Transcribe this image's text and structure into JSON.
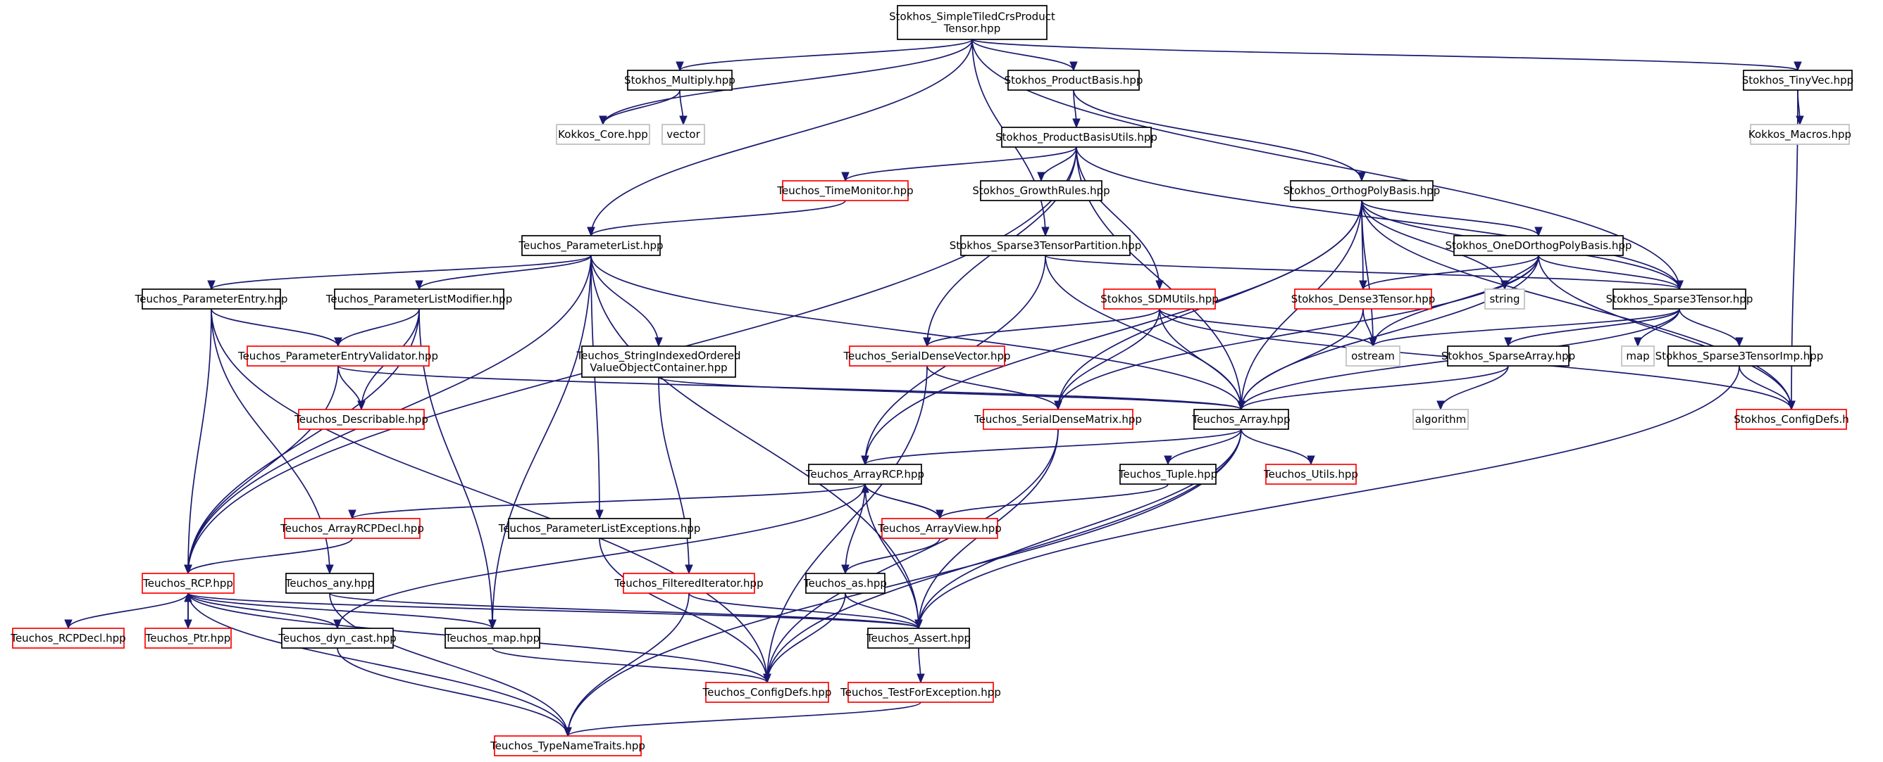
{
  "diagram": {
    "title": "",
    "nodes": [
      {
        "id": "root",
        "label": "Stokhos_SimpleTiledCrsProduct\nTensor.hpp",
        "kind": "root"
      },
      {
        "id": "multiply",
        "label": "Stokhos_Multiply.hpp",
        "kind": "normal"
      },
      {
        "id": "prodbasis",
        "label": "Stokhos_ProductBasis.hpp",
        "kind": "normal"
      },
      {
        "id": "tinyvec",
        "label": "Stokhos_TinyVec.hpp",
        "kind": "normal"
      },
      {
        "id": "kokkoscore",
        "label": "Kokkos_Core.hpp",
        "kind": "system"
      },
      {
        "id": "vector",
        "label": "vector",
        "kind": "system"
      },
      {
        "id": "kokkosmacros",
        "label": "Kokkos_Macros.hpp",
        "kind": "system"
      },
      {
        "id": "pbu",
        "label": "Stokhos_ProductBasisUtils.hpp",
        "kind": "normal"
      },
      {
        "id": "timemon",
        "label": "Teuchos_TimeMonitor.hpp",
        "kind": "missing"
      },
      {
        "id": "growth",
        "label": "Stokhos_GrowthRules.hpp",
        "kind": "normal"
      },
      {
        "id": "orthog",
        "label": "Stokhos_OrthogPolyBasis.hpp",
        "kind": "normal"
      },
      {
        "id": "plist",
        "label": "Teuchos_ParameterList.hpp",
        "kind": "normal"
      },
      {
        "id": "s3tp",
        "label": "Stokhos_Sparse3TensorPartition.hpp",
        "kind": "normal"
      },
      {
        "id": "onedorthog",
        "label": "Stokhos_OneDOrthogPolyBasis.hpp",
        "kind": "normal"
      },
      {
        "id": "pentry",
        "label": "Teuchos_ParameterEntry.hpp",
        "kind": "normal"
      },
      {
        "id": "plistmod",
        "label": "Teuchos_ParameterListModifier.hpp",
        "kind": "normal"
      },
      {
        "id": "sdmutils",
        "label": "Stokhos_SDMUtils.hpp",
        "kind": "missing"
      },
      {
        "id": "dense3",
        "label": "Stokhos_Dense3Tensor.hpp",
        "kind": "missing"
      },
      {
        "id": "string",
        "label": "string",
        "kind": "system"
      },
      {
        "id": "sparse3",
        "label": "Stokhos_Sparse3Tensor.hpp",
        "kind": "normal"
      },
      {
        "id": "pev",
        "label": "Teuchos_ParameterEntryValidator.hpp",
        "kind": "missing"
      },
      {
        "id": "sivoc",
        "label": "Teuchos_StringIndexedOrdered\nValueObjectContainer.hpp",
        "kind": "normal"
      },
      {
        "id": "sdv",
        "label": "Teuchos_SerialDenseVector.hpp",
        "kind": "missing"
      },
      {
        "id": "ostream",
        "label": "ostream",
        "kind": "system"
      },
      {
        "id": "map",
        "label": "map",
        "kind": "system"
      },
      {
        "id": "sparsearray",
        "label": "Stokhos_SparseArray.hpp",
        "kind": "normal"
      },
      {
        "id": "s3ti",
        "label": "Stokhos_Sparse3TensorImp.hpp",
        "kind": "normal"
      },
      {
        "id": "describable",
        "label": "Teuchos_Describable.hpp",
        "kind": "missing"
      },
      {
        "id": "sdm",
        "label": "Teuchos_SerialDenseMatrix.hpp",
        "kind": "missing"
      },
      {
        "id": "array",
        "label": "Teuchos_Array.hpp",
        "kind": "normal"
      },
      {
        "id": "algorithm",
        "label": "algorithm",
        "kind": "system"
      },
      {
        "id": "stokhosconfig",
        "label": "Stokhos_ConfigDefs.h",
        "kind": "missing"
      },
      {
        "id": "arrayrcp",
        "label": "Teuchos_ArrayRCP.hpp",
        "kind": "normal"
      },
      {
        "id": "tuple",
        "label": "Teuchos_Tuple.hpp",
        "kind": "normal"
      },
      {
        "id": "utils",
        "label": "Teuchos_Utils.hpp",
        "kind": "missing"
      },
      {
        "id": "arcpdecl",
        "label": "Teuchos_ArrayRCPDecl.hpp",
        "kind": "missing"
      },
      {
        "id": "plexc",
        "label": "Teuchos_ParameterListExceptions.hpp",
        "kind": "normal"
      },
      {
        "id": "arrayview",
        "label": "Teuchos_ArrayView.hpp",
        "kind": "missing"
      },
      {
        "id": "rcp",
        "label": "Teuchos_RCP.hpp",
        "kind": "missing"
      },
      {
        "id": "any",
        "label": "Teuchos_any.hpp",
        "kind": "normal"
      },
      {
        "id": "filtered",
        "label": "Teuchos_FilteredIterator.hpp",
        "kind": "missing"
      },
      {
        "id": "as",
        "label": "Teuchos_as.hpp",
        "kind": "normal"
      },
      {
        "id": "rcpdecl",
        "label": "Teuchos_RCPDecl.hpp",
        "kind": "missing"
      },
      {
        "id": "ptr",
        "label": "Teuchos_Ptr.hpp",
        "kind": "missing"
      },
      {
        "id": "dyncast",
        "label": "Teuchos_dyn_cast.hpp",
        "kind": "normal"
      },
      {
        "id": "tmap",
        "label": "Teuchos_map.hpp",
        "kind": "normal"
      },
      {
        "id": "assert",
        "label": "Teuchos_Assert.hpp",
        "kind": "normal"
      },
      {
        "id": "tconfig",
        "label": "Teuchos_ConfigDefs.hpp",
        "kind": "missing"
      },
      {
        "id": "testexc",
        "label": "Teuchos_TestForException.hpp",
        "kind": "missing"
      },
      {
        "id": "typename",
        "label": "Teuchos_TypeNameTraits.hpp",
        "kind": "missing"
      }
    ],
    "edges": [
      [
        "root",
        "multiply"
      ],
      [
        "root",
        "kokkoscore"
      ],
      [
        "root",
        "prodbasis"
      ],
      [
        "root",
        "tinyvec"
      ],
      [
        "root",
        "plist"
      ],
      [
        "root",
        "s3tp"
      ],
      [
        "root",
        "sparse3"
      ],
      [
        "multiply",
        "kokkoscore"
      ],
      [
        "multiply",
        "vector"
      ],
      [
        "prodbasis",
        "pbu"
      ],
      [
        "prodbasis",
        "orthog"
      ],
      [
        "tinyvec",
        "kokkosmacros"
      ],
      [
        "tinyvec",
        "stokhosconfig"
      ],
      [
        "pbu",
        "timemon"
      ],
      [
        "pbu",
        "growth"
      ],
      [
        "pbu",
        "rcp"
      ],
      [
        "pbu",
        "sdmutils"
      ],
      [
        "pbu",
        "array"
      ],
      [
        "pbu",
        "sparse3"
      ],
      [
        "pbu",
        "sdv"
      ],
      [
        "timemon",
        "plist"
      ],
      [
        "orthog",
        "onedorthog"
      ],
      [
        "orthog",
        "dense3"
      ],
      [
        "orthog",
        "sparse3"
      ],
      [
        "orthog",
        "string"
      ],
      [
        "orthog",
        "ostream"
      ],
      [
        "orthog",
        "array"
      ],
      [
        "orthog",
        "sdm"
      ],
      [
        "orthog",
        "arrayrcp"
      ],
      [
        "orthog",
        "stokhosconfig"
      ],
      [
        "onedorthog",
        "sparse3"
      ],
      [
        "onedorthog",
        "dense3"
      ],
      [
        "onedorthog",
        "string"
      ],
      [
        "onedorthog",
        "ostream"
      ],
      [
        "onedorthog",
        "array"
      ],
      [
        "onedorthog",
        "sdm"
      ],
      [
        "onedorthog",
        "stokhosconfig"
      ],
      [
        "s3tp",
        "sparse3"
      ],
      [
        "s3tp",
        "array"
      ],
      [
        "s3tp",
        "arrayrcp"
      ],
      [
        "plist",
        "pentry"
      ],
      [
        "plist",
        "plistmod"
      ],
      [
        "plist",
        "sivoc"
      ],
      [
        "plist",
        "array"
      ],
      [
        "plist",
        "plexc"
      ],
      [
        "plist",
        "tmap"
      ],
      [
        "plist",
        "assert"
      ],
      [
        "plist",
        "rcp"
      ],
      [
        "pentry",
        "pev"
      ],
      [
        "pentry",
        "rcp"
      ],
      [
        "pentry",
        "any"
      ],
      [
        "pentry",
        "tconfig"
      ],
      [
        "plistmod",
        "pev"
      ],
      [
        "plistmod",
        "describable"
      ],
      [
        "plistmod",
        "rcp"
      ],
      [
        "plistmod",
        "tmap"
      ],
      [
        "pev",
        "describable"
      ],
      [
        "pev",
        "rcp"
      ],
      [
        "pev",
        "array"
      ],
      [
        "sivoc",
        "array"
      ],
      [
        "sivoc",
        "filtered"
      ],
      [
        "sdmutils",
        "sdv"
      ],
      [
        "sdmutils",
        "sdm"
      ],
      [
        "sdmutils",
        "array"
      ],
      [
        "sdmutils",
        "ostream"
      ],
      [
        "sdmutils",
        "stokhosconfig"
      ],
      [
        "dense3",
        "ostream"
      ],
      [
        "dense3",
        "array"
      ],
      [
        "sparse3",
        "ostream"
      ],
      [
        "sparse3",
        "map"
      ],
      [
        "sparse3",
        "sparsearray"
      ],
      [
        "sparse3",
        "s3ti"
      ],
      [
        "sparse3",
        "array"
      ],
      [
        "sparsearray",
        "array"
      ],
      [
        "sparsearray",
        "algorithm"
      ],
      [
        "s3ti",
        "stokhosconfig"
      ],
      [
        "s3ti",
        "assert"
      ],
      [
        "sdv",
        "sdm"
      ],
      [
        "sdv",
        "tconfig"
      ],
      [
        "sdm",
        "assert"
      ],
      [
        "sdm",
        "tconfig"
      ],
      [
        "array",
        "arrayrcp"
      ],
      [
        "array",
        "tuple"
      ],
      [
        "array",
        "utils"
      ],
      [
        "array",
        "assert"
      ],
      [
        "array",
        "tconfig"
      ],
      [
        "array",
        "typename"
      ],
      [
        "arrayrcp",
        "arrayview"
      ],
      [
        "arrayrcp",
        "arcpdecl"
      ],
      [
        "arrayrcp",
        "as"
      ],
      [
        "arrayrcp",
        "assert"
      ],
      [
        "arrayrcp",
        "dyncast"
      ],
      [
        "arrayview",
        "arrayrcp"
      ],
      [
        "arrayview",
        "as"
      ],
      [
        "tuple",
        "arrayview"
      ],
      [
        "arcpdecl",
        "rcp"
      ],
      [
        "plexc",
        "tconfig"
      ],
      [
        "rcp",
        "rcpdecl"
      ],
      [
        "rcp",
        "ptr"
      ],
      [
        "rcp",
        "dyncast"
      ],
      [
        "rcp",
        "tmap"
      ],
      [
        "rcp",
        "assert"
      ],
      [
        "rcp",
        "tconfig"
      ],
      [
        "rcp",
        "typename"
      ],
      [
        "ptr",
        "rcp"
      ],
      [
        "any",
        "assert"
      ],
      [
        "any",
        "typename"
      ],
      [
        "filtered",
        "assert"
      ],
      [
        "filtered",
        "typename"
      ],
      [
        "as",
        "assert"
      ],
      [
        "as",
        "tconfig"
      ],
      [
        "dyncast",
        "typename"
      ],
      [
        "tmap",
        "tconfig"
      ],
      [
        "assert",
        "testexc"
      ],
      [
        "testexc",
        "typename"
      ]
    ]
  },
  "colors": {
    "normal_border": "#000000",
    "missing_border": "#ff0000",
    "system_border": "#bfbfbf",
    "root_fill": "#bfbfdf",
    "edge": "#191970"
  }
}
